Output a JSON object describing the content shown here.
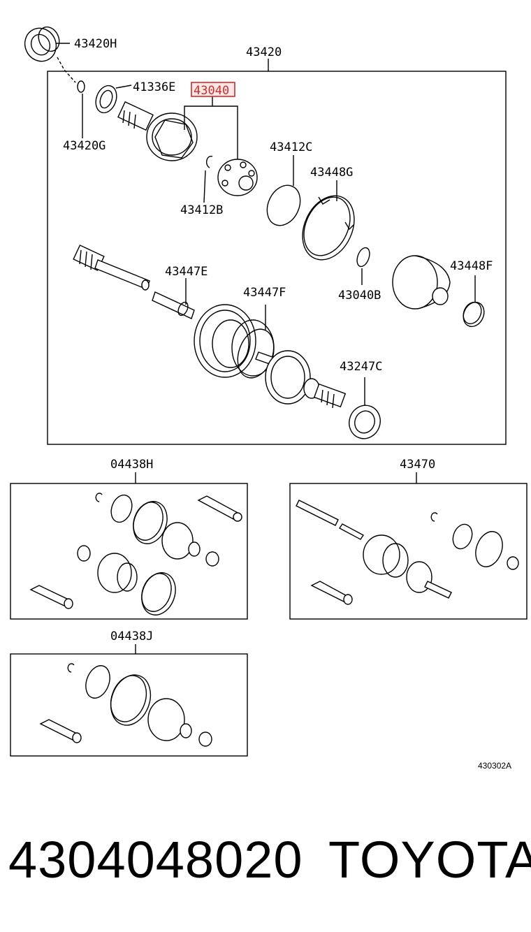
{
  "labels": {
    "l43420H": "43420H",
    "l43420": "43420",
    "l41336E": "41336E",
    "l43040": "43040",
    "l43420G": "43420G",
    "l43412C": "43412C",
    "l43448G": "43448G",
    "l43412B": "43412B",
    "l43447E": "43447E",
    "l43447F": "43447F",
    "l43448F": "43448F",
    "l43040B": "43040B",
    "l43247C": "43247C",
    "l04438H": "04438H",
    "l43470": "43470",
    "l04438J": "04438J"
  },
  "diagram_code": "430302A",
  "part_number": "4304048020",
  "brand": "TOYOTA",
  "highlight_color": "#d22b2b"
}
